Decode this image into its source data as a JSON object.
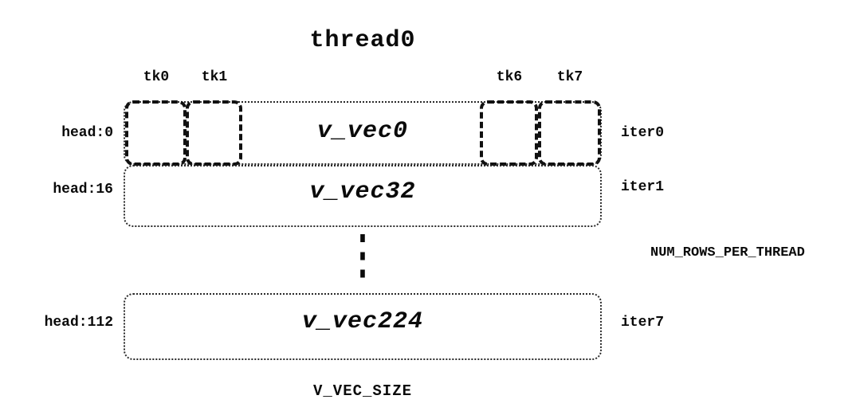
{
  "diagram": {
    "title": "thread0",
    "tk_labels": [
      "tk0",
      "tk1",
      "tk6",
      "tk7"
    ],
    "rows": [
      {
        "head": "head:0",
        "vec": "v_vec0",
        "iter": "iter0"
      },
      {
        "head": "head:16",
        "vec": "v_vec32",
        "iter": "iter1"
      },
      {
        "head": "head:112",
        "vec": "v_vec224",
        "iter": "iter7"
      }
    ],
    "ellipsis": "⋮",
    "right_note": "NUM_ROWS_PER_THREAD",
    "bottom_label": "V_VEC_SIZE"
  }
}
